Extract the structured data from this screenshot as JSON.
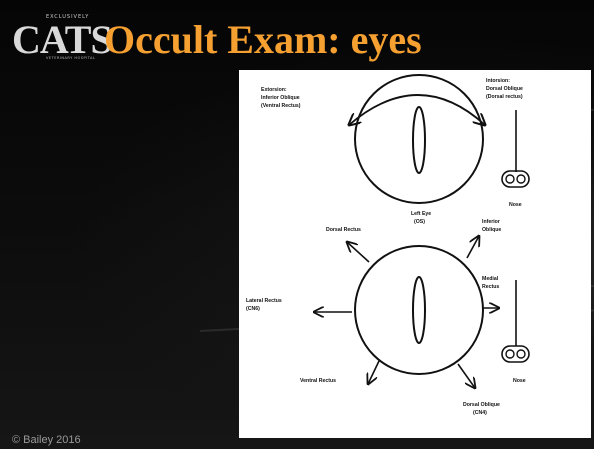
{
  "slide": {
    "title": "Occult Exam: eyes",
    "footer": "© Bailey 2016",
    "title_color": "#f5a030",
    "background_color": "#000000"
  },
  "logo": {
    "top_text": "EXCLUSIVELY",
    "brand": "CATS",
    "sub_text": "VETERINARY HOSPITAL"
  },
  "figure": {
    "top_diagram": {
      "extorsion_label": [
        "Extorsion:",
        "Inferior Oblique",
        "(Ventral Rectus)"
      ],
      "intorsion_label": [
        "Intorsion:",
        "Dorsal Oblique",
        "(Dorsal rectus)"
      ],
      "eye_label": [
        "Left Eye",
        "(OS)"
      ],
      "nose_label": "Nose"
    },
    "bottom_diagram": {
      "dorsal_rectus": "Dorsal Rectus",
      "inferior_oblique": [
        "Inferior",
        "Oblique"
      ],
      "medial_rectus": [
        "Medial",
        "Rectus"
      ],
      "lateral_rectus": [
        "Lateral Rectus",
        "(CN6)"
      ],
      "ventral_rectus": "Ventral Rectus",
      "dorsal_oblique": [
        "Dorsal Oblique",
        "(CN4)"
      ],
      "nose_label": "Nose"
    }
  }
}
